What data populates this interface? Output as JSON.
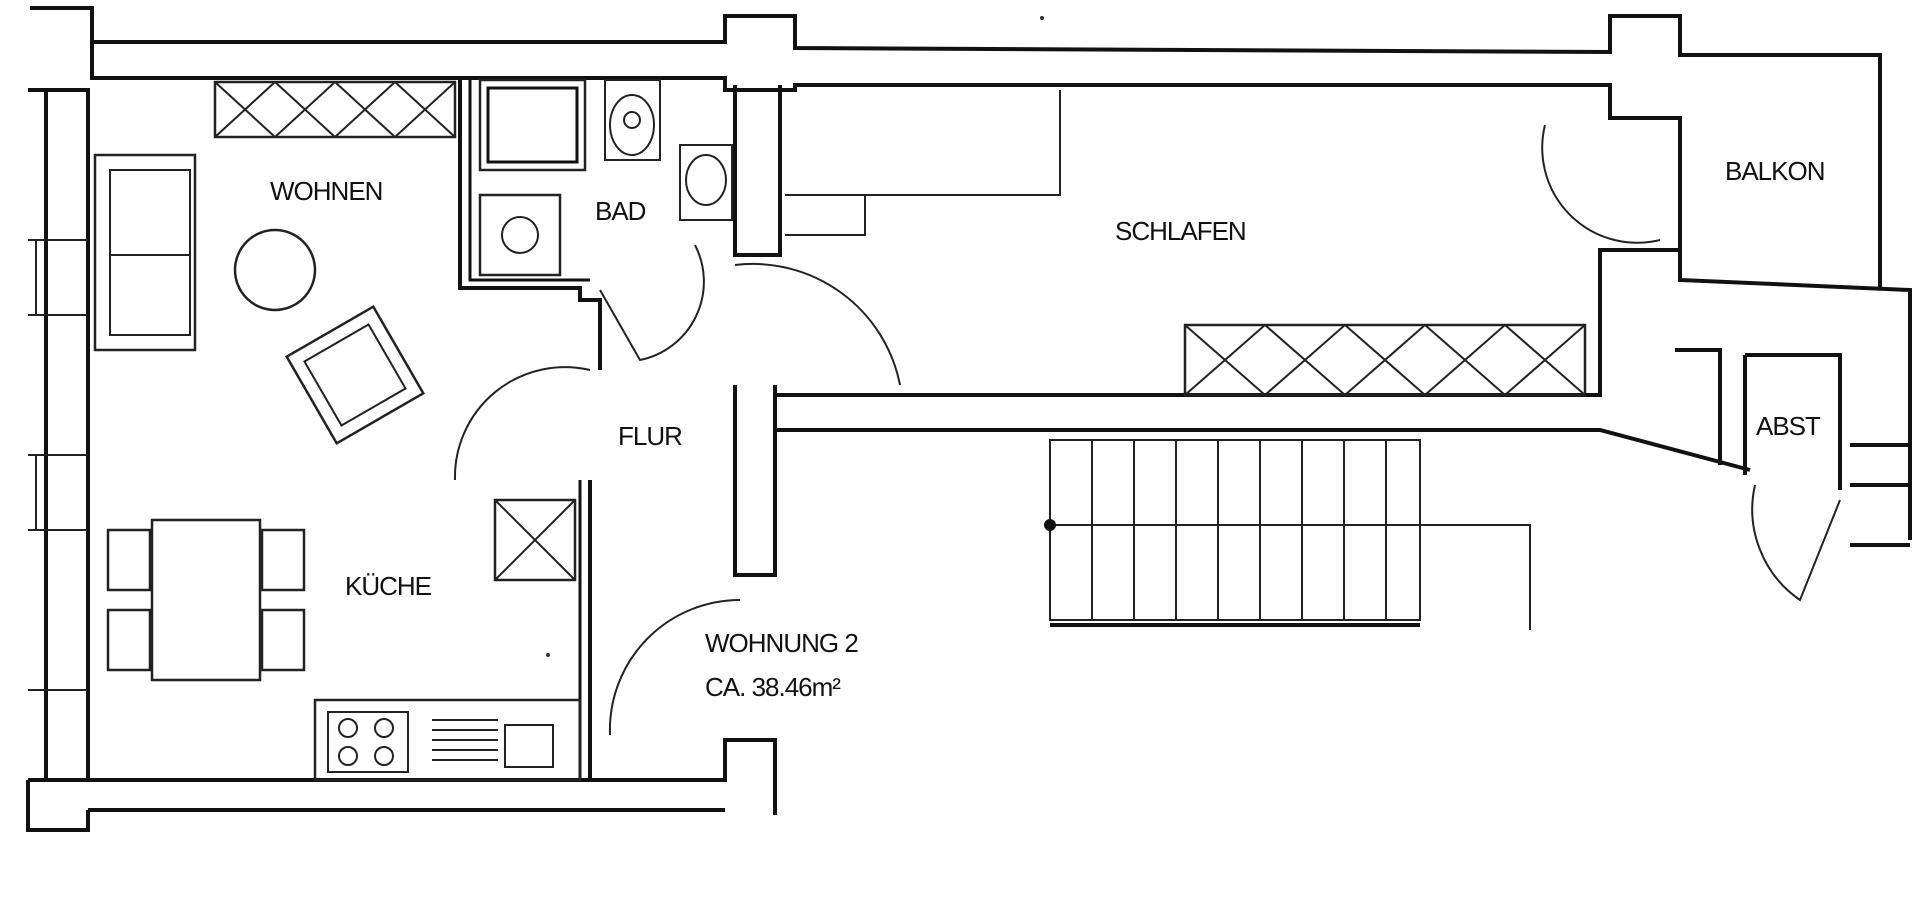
{
  "plan": {
    "rooms": {
      "wohnen": "WOHNEN",
      "bad": "BAD",
      "schlafen": "SCHLAFEN",
      "balkon": "BALKON",
      "flur": "FLUR",
      "kueche": "KÜCHE",
      "abst": "ABST"
    },
    "unit": {
      "name": "WOHNUNG 2",
      "area": "CA. 38.46m²"
    }
  }
}
